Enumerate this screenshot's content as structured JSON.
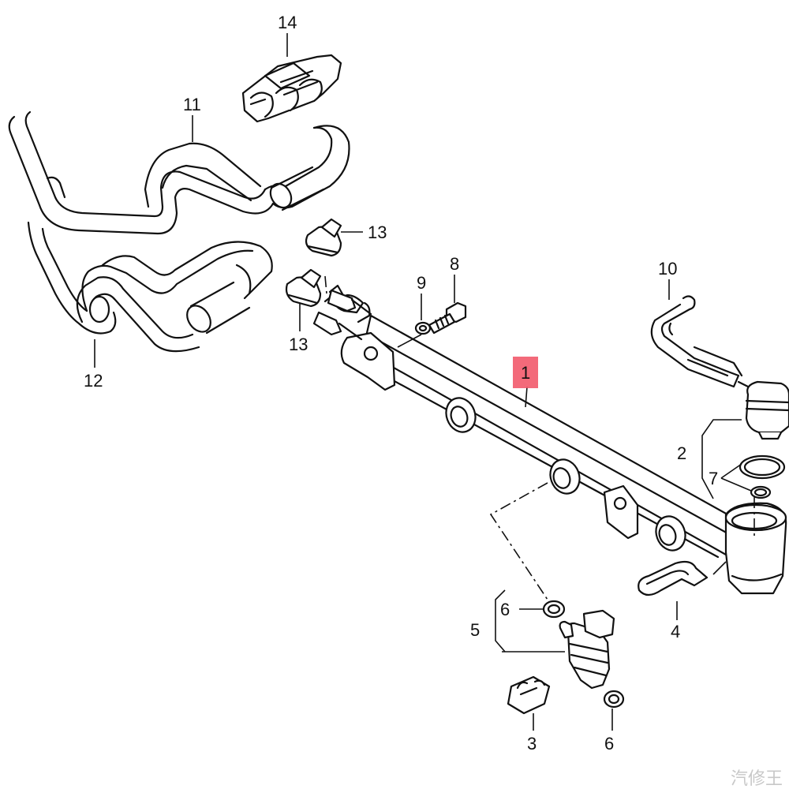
{
  "diagram": {
    "callouts": [
      {
        "id": "c14",
        "text": "14"
      },
      {
        "id": "c11",
        "text": "11"
      },
      {
        "id": "c13a",
        "text": "13"
      },
      {
        "id": "c8",
        "text": "8"
      },
      {
        "id": "c9",
        "text": "9"
      },
      {
        "id": "c10",
        "text": "10"
      },
      {
        "id": "c13b",
        "text": "13"
      },
      {
        "id": "c12",
        "text": "12"
      },
      {
        "id": "c1",
        "text": "1"
      },
      {
        "id": "c2",
        "text": "2"
      },
      {
        "id": "c7",
        "text": "7"
      },
      {
        "id": "c4",
        "text": "4"
      },
      {
        "id": "c5",
        "text": "5"
      },
      {
        "id": "c6a",
        "text": "6"
      },
      {
        "id": "c3",
        "text": "3"
      },
      {
        "id": "c6b",
        "text": "6"
      }
    ],
    "highlight_color": "#f25a6b",
    "watermark": "汽修王"
  }
}
